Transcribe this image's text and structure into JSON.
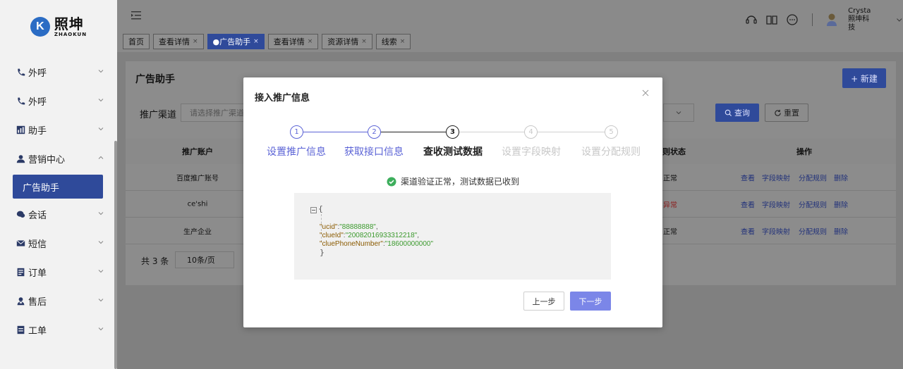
{
  "brand": {
    "mark": "K",
    "name_cn": "照坤",
    "name_en": "ZHAOKUN"
  },
  "sidebar": {
    "items": [
      {
        "label": "外呼",
        "icon": "phone-icon"
      },
      {
        "label": "外呼",
        "icon": "phone-icon"
      },
      {
        "label": "助手",
        "icon": "chart-icon"
      },
      {
        "label": "营销中心",
        "icon": "users-icon"
      },
      {
        "label": "广告助手",
        "icon": ""
      },
      {
        "label": "会话",
        "icon": "chat-icon"
      },
      {
        "label": "短信",
        "icon": "mail-icon"
      },
      {
        "label": "订单",
        "icon": "order-icon"
      },
      {
        "label": "售后",
        "icon": "support-icon"
      },
      {
        "label": "工单",
        "icon": "ticket-icon"
      }
    ]
  },
  "header": {
    "user": {
      "name": "Crysta",
      "company": "照坤科技"
    }
  },
  "tabs": [
    {
      "label": "首页",
      "closable": false,
      "active": false
    },
    {
      "label": "查看详情",
      "closable": true,
      "active": false
    },
    {
      "label": "●广告助手",
      "closable": true,
      "active": true
    },
    {
      "label": "查看详情",
      "closable": true,
      "active": false
    },
    {
      "label": "资源详情",
      "closable": true,
      "active": false
    },
    {
      "label": "线索",
      "closable": true,
      "active": false
    }
  ],
  "tab_close": "×",
  "page": {
    "title": "广告助手",
    "new_button": "+ 新建",
    "filter_label": "推广渠道",
    "filter_placeholder": "请选择推广渠道",
    "query_button": "查询",
    "reset_button": "重置"
  },
  "table": {
    "headers": {
      "account": "推广账户",
      "status": "规则状态",
      "ops": "操作"
    },
    "rows": [
      {
        "account": "百度推广账号",
        "status": "正常"
      },
      {
        "account": "ce'shi",
        "status": "异常"
      },
      {
        "account": "生产企业",
        "status": "正常"
      }
    ],
    "ops": [
      "查看",
      "字段映射",
      "分配规则",
      "删除"
    ]
  },
  "pager": {
    "total": "共 3 条",
    "page_size": "10条/页"
  },
  "modal": {
    "title": "接入推广信息",
    "steps": [
      {
        "num": "1",
        "label": "设置推广信息",
        "state": "done"
      },
      {
        "num": "2",
        "label": "获取接口信息",
        "state": "done"
      },
      {
        "num": "3",
        "label": "查收测试数据",
        "state": "current"
      },
      {
        "num": "4",
        "label": "设置字段映射",
        "state": "todo"
      },
      {
        "num": "5",
        "label": "设置分配规则",
        "state": "todo"
      }
    ],
    "message": "渠道验证正常，测试数据已收到",
    "json_lines": [
      {
        "key": "\"ucid\"",
        "value": "\"88888888\"",
        "suffix": ","
      },
      {
        "key": "\"clueId\"",
        "value": "\"20082016933312218\"",
        "suffix": ","
      },
      {
        "key": "\"cluePhoneNumber\"",
        "value": "\"18600000000\"",
        "suffix": ""
      }
    ],
    "brace_open": "{",
    "brace_close": "}",
    "prev_button": "上一步",
    "next_button": "下一步"
  },
  "colors": {
    "primary": "#2f4a9a",
    "step_done": "#5b63d6",
    "step_current": "#222222",
    "step_todo": "#c8c8c8",
    "success": "#3dae5c",
    "error": "#8b1d1d",
    "next_button": "#7b86e8"
  }
}
